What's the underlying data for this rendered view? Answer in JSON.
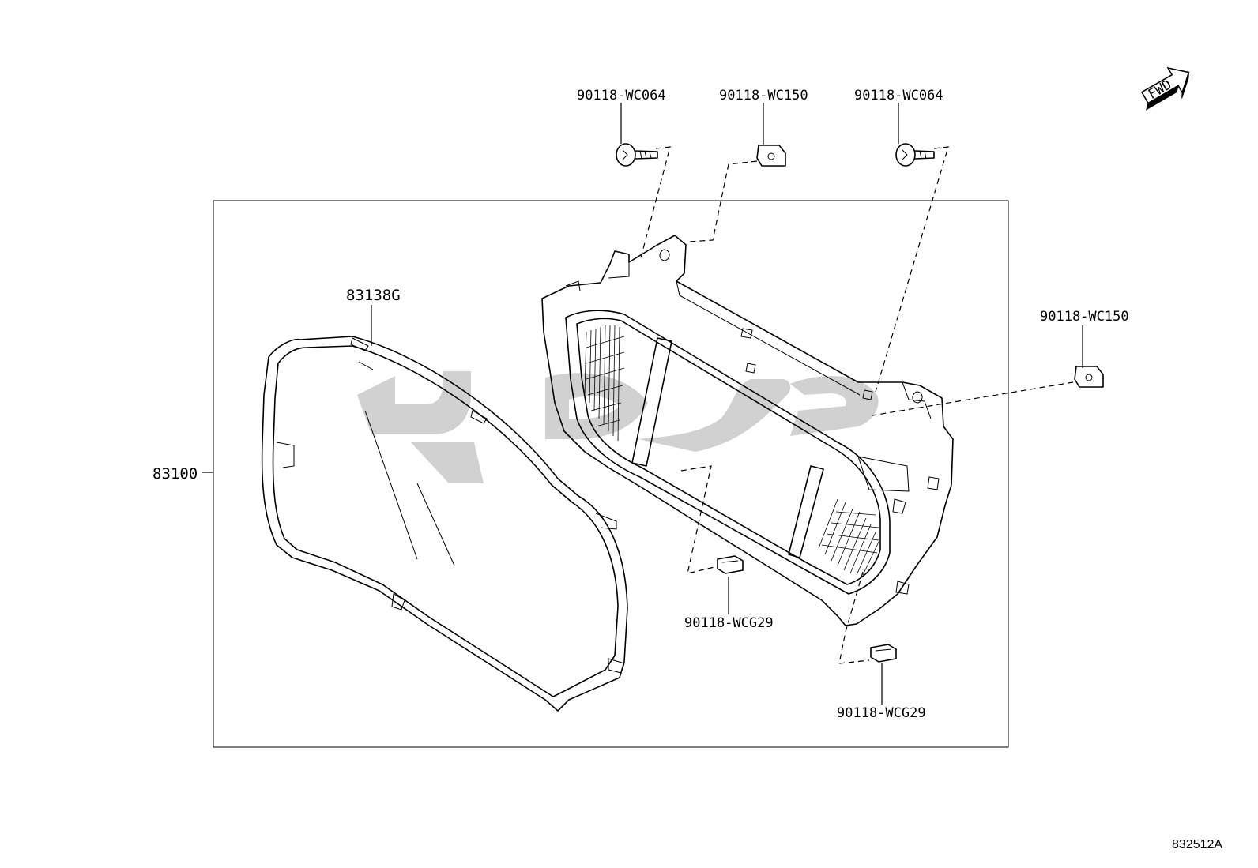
{
  "callouts": {
    "screw_left": "90118-WC064",
    "clip_top": "90118-WC150",
    "screw_right": "90118-WC064",
    "clip_right": "90118-WC150",
    "lens": "83138G",
    "assembly": "83100",
    "clip_bottom_left": "90118-WCG29",
    "clip_bottom_right": "90118-WCG29"
  },
  "fwd_badge": "FWD",
  "figure_ref": "832512A",
  "icons": [
    "fwd-arrow-icon",
    "screw-icon",
    "clip-icon",
    "watermark-logo-icon"
  ],
  "colors": {
    "line": "#000000",
    "watermark": "#c9c9c9",
    "background": "#ffffff"
  }
}
